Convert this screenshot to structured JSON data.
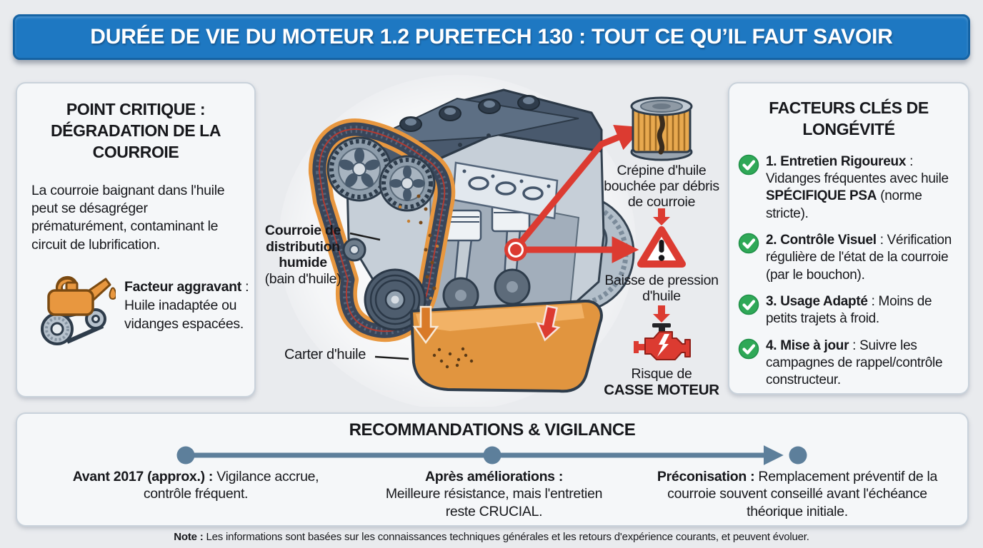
{
  "colors": {
    "header_bg": "#1e78c2",
    "header_border": "#1563a4",
    "accent_red": "#dc3b31",
    "accent_green": "#2fa857",
    "accent_orange": "#e8973f",
    "timeline": "#5d7f9b"
  },
  "icons": {
    "check": "green-circle-check",
    "oil_can": "orange-oil-can-with-drop",
    "belt_pulley": "belt-and-pulleys",
    "oil_filter": "clogged-oil-filter",
    "warning": "red-triangle-exclamation",
    "engine_failure": "red-engine-lightning",
    "timeline_arrow": "right-arrow",
    "down_arrow": "red-down-arrow"
  },
  "header": {
    "title": "DURÉE DE VIE DU MOTEUR 1.2 PURETECH 130 : TOUT CE QU’IL FAUT SAVOIR"
  },
  "left_panel": {
    "title": "POINT CRITIQUE : DÉGRADATION DE LA COURROIE",
    "body": "La courroie baignant dans l'huile peut se désagréger prématurément, contaminant le circuit de lubrification.",
    "aggravating_label": "Facteur aggravant",
    "aggravating_text": " : Huile inadaptée ou vidanges espacées."
  },
  "diagram": {
    "belt_label_bold": "Courroie de distribution humide",
    "belt_label_note": "(bain d'huile)",
    "oil_pan_label": "Carter d'huile",
    "filter_caption": "Crépine d'huile bouchée par débris de courroie",
    "pressure_caption": "Baisse de pression d'huile",
    "risk_line1": "Risque de",
    "risk_line2": "CASSE MOTEUR"
  },
  "right_panel": {
    "title": "FACTEURS CLÉS DE LONGÉVITÉ",
    "items": [
      {
        "label": "1. Entretien Rigoureux",
        "text": " : Vidanges fréquentes avec huile ",
        "emph": "SPÉCIFIQUE PSA",
        "tail": " (norme stricte)."
      },
      {
        "label": "2. Contrôle Visuel",
        "text": " : Vérification régulière de l'état de la courroie (par le bouchon).",
        "emph": "",
        "tail": ""
      },
      {
        "label": "3. Usage Adapté",
        "text": " : Moins de petits trajets à froid.",
        "emph": "",
        "tail": ""
      },
      {
        "label": "4. Mise à jour",
        "text": " : Suivre les campagnes de rappel/contrôle constructeur.",
        "emph": "",
        "tail": ""
      }
    ]
  },
  "bottom_panel": {
    "title": "RECOMMANDATIONS & VIGILANCE",
    "milestones": [
      {
        "label": "Avant 2017 (approx.) :",
        "text": " Vigilance accrue, contrôle fréquent."
      },
      {
        "label": "Après améliorations :",
        "text": " Meilleure résistance, mais l'entretien reste CRUCIAL."
      },
      {
        "label": "Préconisation :",
        "text": " Remplacement préventif de la courroie souvent conseillé avant l'échéance théorique initiale."
      }
    ]
  },
  "footer": {
    "label": "Note :",
    "text": " Les informations sont basées sur les connaissances techniques générales et les retours d'expérience courants, et peuvent évoluer."
  }
}
